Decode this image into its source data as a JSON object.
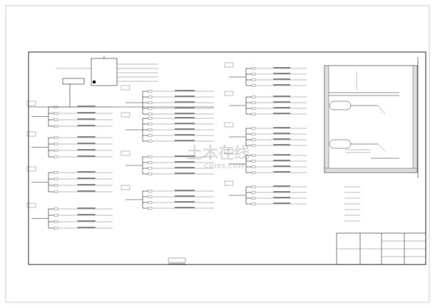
{
  "drawing": {
    "watermark_cn": "土木在线",
    "watermark_en": "COI88.COM"
  },
  "left_panel": {
    "groups": [
      {
        "rows": 4
      },
      {
        "rows": 4
      },
      {
        "rows": 4
      },
      {
        "rows": 4
      }
    ]
  },
  "middle_panel": {
    "groups": [
      {
        "rows": 5
      },
      {
        "rows": 5
      },
      {
        "rows": 4
      },
      {
        "rows": 4
      }
    ]
  },
  "right_panel": {
    "groups": [
      {
        "rows": 4
      },
      {
        "rows": 4
      },
      {
        "rows": 4
      },
      {
        "rows": 4
      },
      {
        "rows": 4
      }
    ]
  }
}
